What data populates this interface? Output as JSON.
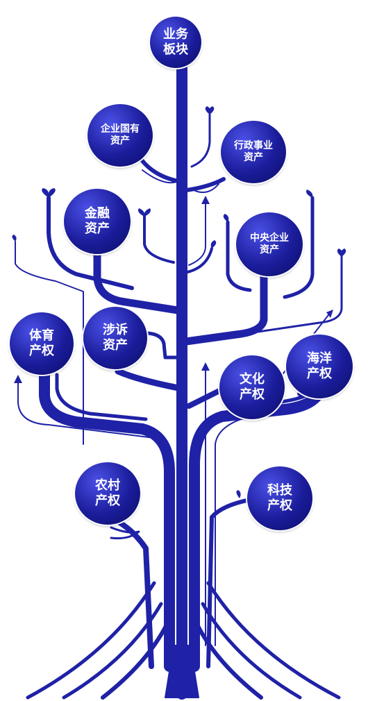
{
  "colors": {
    "branch": "#1f22a6",
    "node_light": "#3a3fd6",
    "node_dark": "#10127a"
  },
  "nodes": {
    "root": {
      "line1": "业务",
      "line2": "板块"
    },
    "soe": {
      "line1": "企业国有",
      "line2": "资产"
    },
    "admin": {
      "line1": "行政事业",
      "line2": "资产"
    },
    "finance": {
      "line1": "金融",
      "line2": "资产"
    },
    "central": {
      "line1": "中央企业",
      "line2": "资产"
    },
    "sports": {
      "line1": "体育",
      "line2": "产权"
    },
    "litigation": {
      "line1": "涉诉",
      "line2": "资产"
    },
    "culture": {
      "line1": "文化",
      "line2": "产权"
    },
    "marine": {
      "line1": "海洋",
      "line2": "产权"
    },
    "rural": {
      "line1": "农村",
      "line2": "产权"
    },
    "tech": {
      "line1": "科技",
      "line2": "产权"
    }
  }
}
